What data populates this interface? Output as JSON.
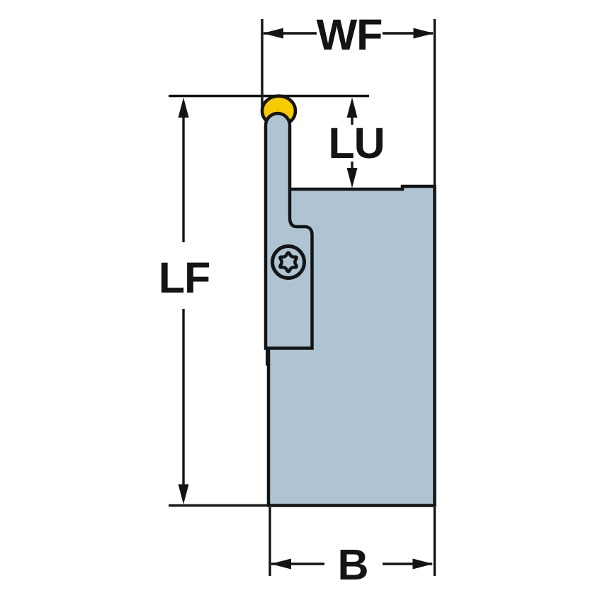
{
  "drawing": {
    "labels": {
      "wf": "WF",
      "lu": "LU",
      "lf": "LF",
      "b": "B"
    },
    "colors": {
      "body_fill": "#AFC4D2",
      "insert_fill": "#F8CA00",
      "line": "#141414",
      "background": "#FFFFFF"
    }
  }
}
